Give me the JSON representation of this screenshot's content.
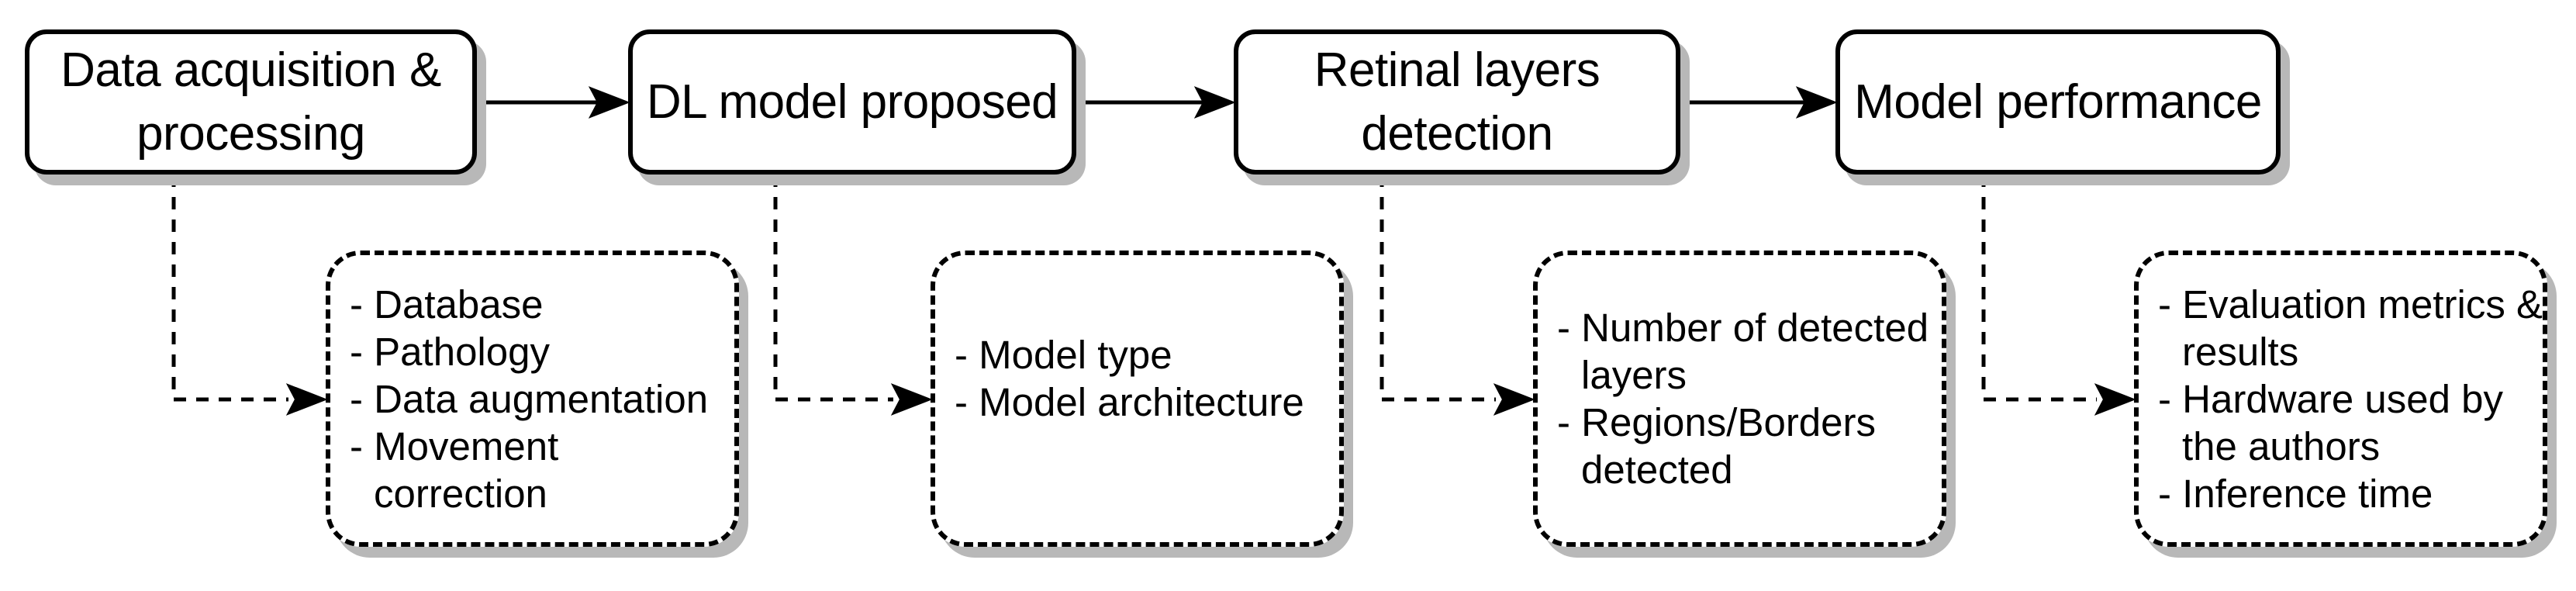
{
  "diagram": {
    "stages": [
      {
        "title_lines": [
          "Data acquisition &",
          "processing"
        ],
        "details": [
          "- Database",
          "- Pathology",
          "- Data augmentation",
          "- Movement",
          "correction"
        ]
      },
      {
        "title_lines": [
          "DL model proposed"
        ],
        "details": [
          "- Model type",
          "- Model architecture"
        ]
      },
      {
        "title_lines": [
          "Retinal layers",
          "detection"
        ],
        "details": [
          "- Number of detected",
          "layers",
          "- Regions/Borders",
          "detected"
        ]
      },
      {
        "title_lines": [
          "Model performance"
        ],
        "details": [
          "- Evaluation metrics &",
          "results",
          "- Hardware used by",
          "the authors",
          "- Inference time"
        ]
      }
    ],
    "colors": {
      "stroke": "#000000",
      "fill": "#ffffff",
      "shadow": "#b8b8b8",
      "background": "#ffffff"
    }
  }
}
